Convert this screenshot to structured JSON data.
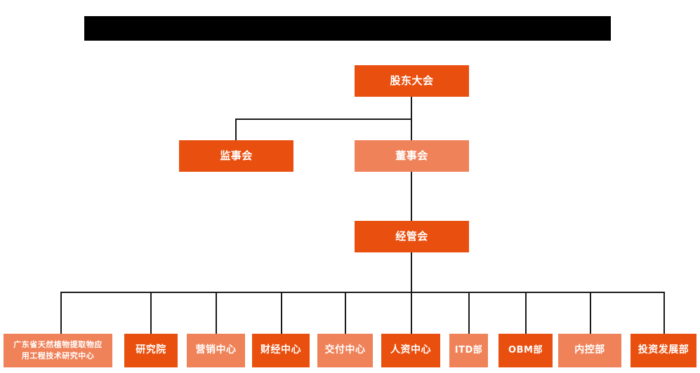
{
  "page": {
    "title_bar": {
      "name": "redacted-title-bar",
      "text": ""
    },
    "background_color": "#FFFFFF"
  },
  "palette": {
    "dark_orange": "#E9500F",
    "light_orange": "#EF8259",
    "line_color": "#1A1A1A",
    "text_color": "#FFFFFF",
    "redaction_color": "#000000"
  },
  "chart_data": {
    "type": "diagram",
    "diagram_type": "organization-chart",
    "title": "",
    "orientation": "top-down",
    "levels": [
      {
        "level": 1,
        "nodes": [
          {
            "id": "shareholders",
            "label": "股东大会",
            "tone": "dark"
          }
        ]
      },
      {
        "level": 2,
        "nodes": [
          {
            "id": "supervisors",
            "label": "监事会",
            "tone": "dark"
          },
          {
            "id": "directors",
            "label": "董事会",
            "tone": "light"
          }
        ]
      },
      {
        "level": 3,
        "nodes": [
          {
            "id": "management",
            "label": "经管会",
            "tone": "dark"
          }
        ]
      },
      {
        "level": 4,
        "nodes": [
          {
            "id": "gd-research-center",
            "label": "广东省天然植物提取物应\n用工程技术研究中心",
            "tone": "light"
          },
          {
            "id": "research-institute",
            "label": "研究院",
            "tone": "dark"
          },
          {
            "id": "marketing-center",
            "label": "营销中心",
            "tone": "light"
          },
          {
            "id": "finance-center",
            "label": "财经中心",
            "tone": "dark"
          },
          {
            "id": "delivery-center",
            "label": "交付中心",
            "tone": "light"
          },
          {
            "id": "hr-center",
            "label": "人资中心",
            "tone": "dark"
          },
          {
            "id": "itd-department",
            "label": "ITD部",
            "tone": "light"
          },
          {
            "id": "obm-department",
            "label": "OBM部",
            "tone": "dark"
          },
          {
            "id": "internal-control-department",
            "label": "内控部",
            "tone": "light"
          },
          {
            "id": "investment-development-department",
            "label": "投资发展部",
            "tone": "dark"
          }
        ]
      }
    ],
    "edges": [
      {
        "from": "shareholders",
        "to": "supervisors"
      },
      {
        "from": "shareholders",
        "to": "directors"
      },
      {
        "from": "directors",
        "to": "management"
      },
      {
        "from": "management",
        "to": "gd-research-center"
      },
      {
        "from": "management",
        "to": "research-institute"
      },
      {
        "from": "management",
        "to": "marketing-center"
      },
      {
        "from": "management",
        "to": "finance-center"
      },
      {
        "from": "management",
        "to": "delivery-center"
      },
      {
        "from": "management",
        "to": "hr-center"
      },
      {
        "from": "management",
        "to": "itd-department"
      },
      {
        "from": "management",
        "to": "obm-department"
      },
      {
        "from": "management",
        "to": "internal-control-department"
      },
      {
        "from": "management",
        "to": "investment-development-department"
      }
    ]
  }
}
